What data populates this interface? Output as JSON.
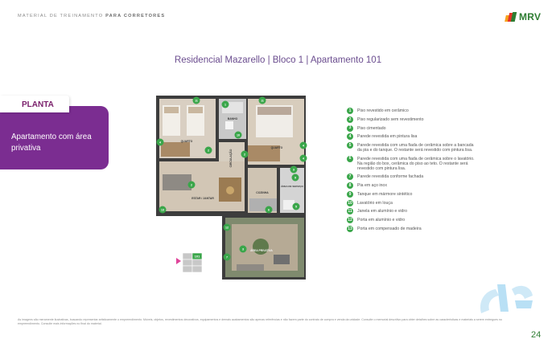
{
  "header": {
    "prefix": "MATERIAL DE TREINAMENTO",
    "emphasis": "PARA CORRETORES",
    "logo_text": "MRV",
    "logo_colors": [
      "#f7a21b",
      "#e6332a",
      "#2e7d32"
    ]
  },
  "title": "Residencial Mazarello  |  Bloco 1  |  Apartamento 101",
  "sidebar": {
    "tab_label": "PLANTA",
    "description": "Apartamento com área privativa",
    "accent_color": "#7b2d91"
  },
  "plan": {
    "rooms": [
      "QUARTO",
      "BANHO",
      "CIRCULAÇÃO",
      "QUARTO",
      "ESTAR / JANTAR",
      "COZINHA",
      "ÁREA DE SERVIÇO",
      "ÁREA PRIVATIVA"
    ],
    "markers": [
      "11",
      "1",
      "11",
      "10",
      "4",
      "2",
      "2",
      "4",
      "3",
      "4",
      "9",
      "2",
      "6",
      "13",
      "5",
      "12",
      "3",
      "7"
    ],
    "unit_label": "101"
  },
  "legend": [
    {
      "num": "1",
      "text": "Piso revestido em cerâmico"
    },
    {
      "num": "2",
      "text": "Piso regularizado sem revestimento"
    },
    {
      "num": "3",
      "text": "Piso cimentado"
    },
    {
      "num": "4",
      "text": "Parede revestida em pintura lisa"
    },
    {
      "num": "5",
      "text": "Parede revestida com uma fiada de cerâmica sobre a bancada da pia e do tanque. O restante será revestido com pintura lisa."
    },
    {
      "num": "6",
      "text": "Parede revestida com uma fiada de cerâmica sobre o lavatório. Na região do box, cerâmica do piso ao teto. O restante será revestido com pintura lisa."
    },
    {
      "num": "7",
      "text": "Parede revestida conforme fachada"
    },
    {
      "num": "8",
      "text": "Pia em aço inox"
    },
    {
      "num": "9",
      "text": "Tanque em mármore sintético"
    },
    {
      "num": "10",
      "text": "Lavatório em louça"
    },
    {
      "num": "11",
      "text": "Janela em alumínio e vidro"
    },
    {
      "num": "12",
      "text": "Porta em alumínio e vidro"
    },
    {
      "num": "13",
      "text": "Porta em compensado de madeira"
    }
  ],
  "footnote": "As imagens são meramente ilustrativas, buscando representar artisticamente o empreendimento. Móveis, objetos, revestimentos decorativos, equipamentos e demais acabamentos são apenas referências e não fazem parte do contrato de compra e venda da unidade. Consulte o memorial descritivo para obter detalhes sobre as características e materiais a serem entregues no empreendimento. Consulte mais informações no final do material.",
  "page_number": "24"
}
